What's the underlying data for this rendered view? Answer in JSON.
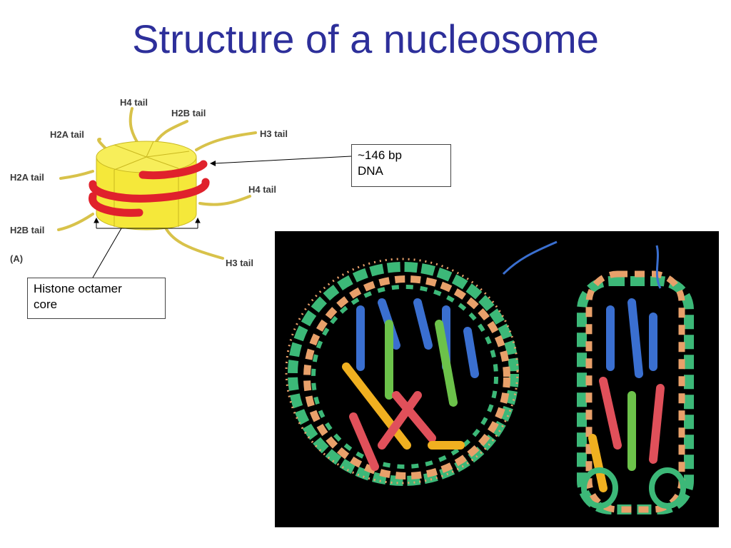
{
  "slide": {
    "title": "Structure of a nucleosome"
  },
  "diagram": {
    "panel_label": "(A)",
    "tails": {
      "h4_top": "H4 tail",
      "h2b_top": "H2B tail",
      "h2a_upper": "H2A tail",
      "h3_right": "H3 tail",
      "h2a_left": "H2A tail",
      "h4_right": "H4 tail",
      "h2b_left": "H2B tail",
      "h3_bottom": "H3 tail"
    },
    "callouts": {
      "dna_line1": "~146 bp",
      "dna_line2": "DNA",
      "core_line1": "Histone octamer",
      "core_line2": "core"
    },
    "colors": {
      "histone_core": "#f5e83a",
      "dna": "#e0212c",
      "tails": "#d8c24a",
      "title": "#2d2f9a"
    }
  },
  "crystal_structure": {
    "background": "#000000",
    "colors": {
      "dna_green": "#3cb878",
      "dna_orange": "#e8a06a",
      "h3_blue": "#3a6fd0",
      "h4_green": "#6cc24a",
      "h2a_red": "#e0505a",
      "h2b_yellow": "#f0b020"
    }
  }
}
